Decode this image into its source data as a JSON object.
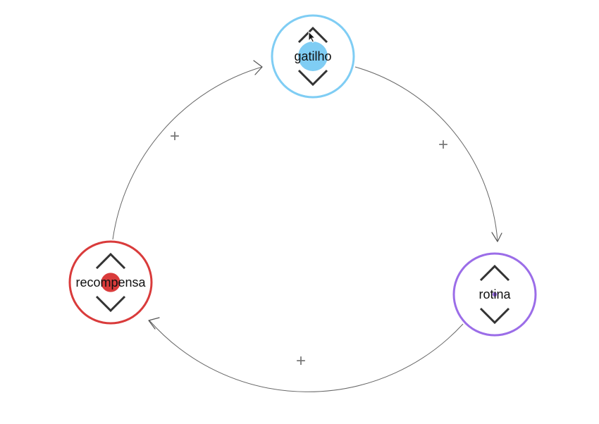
{
  "nodes": [
    {
      "id": "gatilho",
      "label": "gatilho",
      "color": "#7fcdf4",
      "value": 1.0
    },
    {
      "id": "rotina",
      "label": "rotina",
      "color": "#9b6de8",
      "value": 0.15
    },
    {
      "id": "recompensa",
      "label": "recompensa",
      "color": "#d93b3b",
      "value": 0.65
    }
  ],
  "edges": [
    {
      "from": "gatilho",
      "to": "rotina",
      "polarity": "+"
    },
    {
      "from": "rotina",
      "to": "recompensa",
      "polarity": "+"
    },
    {
      "from": "recompensa",
      "to": "gatilho",
      "polarity": "+"
    }
  ],
  "icons": {
    "increase": "chevron-up-icon",
    "decrease": "chevron-down-icon",
    "cursor": "cursor-arrow-icon"
  },
  "colors": {
    "edge": "#666666",
    "chevron": "#333333",
    "polarity": "#777777"
  }
}
